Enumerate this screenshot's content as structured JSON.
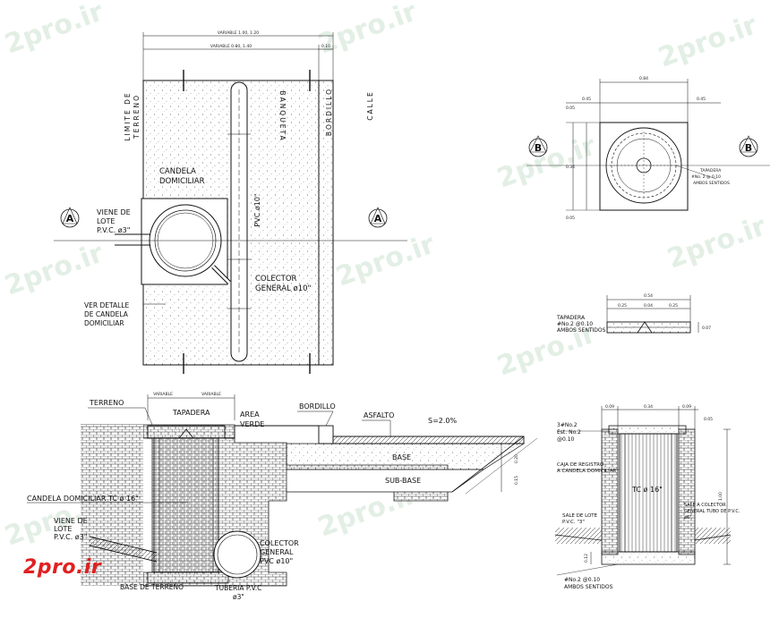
{
  "plan": {
    "variable_top": "VARIABLE 1.00, 1.20",
    "variable_second": "VARIABLE 0.80, 1.40",
    "small_dim": "0.10",
    "limite_terreno_line1": "LIMITE DE",
    "limite_terreno_line2": "TERRENO",
    "banqueta": "BANQUETA",
    "bordillo": "BORDILLO",
    "calle": "CALLE",
    "candela_line1": "CANDELA",
    "candela_line2": "DOMICILIAR",
    "viene_line1": "VIENE DE",
    "viene_line2": "LOTE",
    "viene_line3": "P.V.C. ø3\"",
    "pvc": "PVC ø10\"",
    "colector_line1": "COLECTOR",
    "colector_line2": "GENERAL ø10\"",
    "ver_line1": "VER DETALLE",
    "ver_line2": "DE CANDELA",
    "ver_line3": "DOMICILIAR",
    "section_marker": "A"
  },
  "detail_top": {
    "marker": "B",
    "dim_overall": "0.84",
    "dim_side_left": "0.45",
    "dim_side_right": "0.45",
    "dim_h1": "0.05",
    "dim_h2": "0.34",
    "dim_h3": "0.05",
    "tapadera_line1": "TAPADERA",
    "tapadera_line2": "#No. 2 @ 0.10",
    "tapadera_line3": "AMBOS SENTIDOS"
  },
  "detail_lid": {
    "dim_top": "0.54",
    "dim_sub": [
      "0.25",
      "0.04",
      "0.25"
    ],
    "tapadera_line1": "TAPADERA",
    "tapadera_line2": "#No.2 @0.10",
    "tapadera_line3": "AMBOS SENTIDOS",
    "dim_side": "0.07"
  },
  "section": {
    "var_left": "VARIABLE",
    "var_right": "VARIABLE",
    "terreno": "TERRENO",
    "tapadera": "TAPADERA",
    "area_line1": "AREA",
    "area_line2": "VERDE",
    "bordillo": "BORDILLO",
    "asfalto": "ASFALTO",
    "slope": "S=2.0%",
    "base": "BASE",
    "sub_base": "SUB-BASE",
    "dim_base": "0.20",
    "dim_subbase": "0.15",
    "candela": "CANDELA DOMICILIAR TC ø 16\"",
    "viene_line1": "VIENE DE",
    "viene_line2": "LOTE",
    "viene_line3": "P.V.C. ø3\"",
    "colector_line1": "COLECTOR",
    "colector_line2": "GENERAL",
    "colector_line3": "PVC ø10\"",
    "base_label": "BASE DE TERRENO",
    "tuberia_line1": "TUBERIA P.V.C",
    "tuberia_line2": "ø3\""
  },
  "detail_section": {
    "dims_top": [
      "0.09",
      "0.34",
      "0.09"
    ],
    "dim_top_right": "0.05",
    "lid_line1": "3#No.2",
    "lid_line2": "Est. No.2",
    "lid_line3": "@0.10",
    "caja_line1": "CAJA DE REGISTRO",
    "caja_line2": "A CANDELA DOMICILIAR",
    "tc": "TC ø 16\"",
    "sale_colector_line1": "SALE A COLECTOR",
    "sale_colector_line2": "GENERAL TUBO DE P.V.C.",
    "sale_colector_line3": "ø6\"",
    "sale_lote_line1": "SALE DE LOTE",
    "sale_lote_line2": "P.V.C. \"3\"",
    "bottom_line1": "#No.2 @0.10",
    "bottom_line2": "AMBOS SENTIDOS",
    "dim_height": "1.00",
    "dim_bottom": "0.12"
  },
  "watermark": "2pro.ir",
  "logo": "2pro.ir",
  "colors": {
    "line": "#111111",
    "logo": "#e02020",
    "watermark": "#d9e8dc"
  }
}
